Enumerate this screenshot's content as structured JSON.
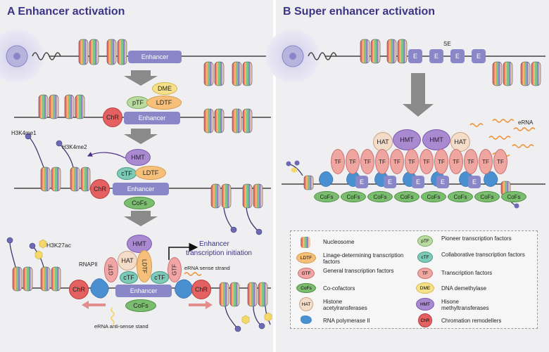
{
  "panelA": {
    "title": "A Enhancer activation",
    "enhancer": "Enhancer",
    "chr": "ChR",
    "ptf": "pTF",
    "ldtf": "LDTF",
    "dme": "DME",
    "hmt": "HMT",
    "ctf": "cTF",
    "cofs": "CoFs",
    "hat": "HAT",
    "gtf": "GTF",
    "h3k4me1": "H3K4me1",
    "h3k4me2": "H3K4me2",
    "h3k27ac": "H3K27ac",
    "rnapii": "RNAPII",
    "initiation_1": "Enhancer",
    "initiation_2": "transcription initiation",
    "sense": "eRNA sense strand",
    "antisense": "eRNA anti-sense stand"
  },
  "panelB": {
    "title": "B Super enhancer activation",
    "se": "SE",
    "e": "E",
    "erna": "eRNA",
    "hat": "HAT",
    "hmt": "HMT",
    "tf": "TF",
    "cofs": "CoFs"
  },
  "legend": {
    "items": [
      {
        "abbr": "",
        "text": "Nucleosome"
      },
      {
        "abbr": "pTF",
        "text": "Pioneer transcription factors"
      },
      {
        "abbr": "LDTF",
        "text": "Linage-determining transcription factors"
      },
      {
        "abbr": "cTF",
        "text": "Collaborative transcription factors"
      },
      {
        "abbr": "GTF",
        "text": "General transcription factors"
      },
      {
        "abbr": "TF",
        "text": "Transcription factors"
      },
      {
        "abbr": "CoFs",
        "text": "Co-cofactors"
      },
      {
        "abbr": "DME",
        "text": "DNA demethylase"
      },
      {
        "abbr": "HAT",
        "text": "Histone acetylransferases"
      },
      {
        "abbr": "HMT",
        "text": "Hisone methyltransferases"
      },
      {
        "abbr": "",
        "text": "RNA polymerase II"
      },
      {
        "abbr": "ChR",
        "text": "Chromation remodellers"
      }
    ]
  },
  "colors": {
    "title": "#3b3487",
    "enhancer": "#8a87c8",
    "chr": "#e56060",
    "ldtf": "#f6c07a",
    "dme": "#f6e08a",
    "ptf": "#b9dba0",
    "ctf": "#7ccab7",
    "cofs": "#7bbd6e",
    "hmt": "#a98ad0",
    "hat": "#f3dcc8",
    "gtf": "#f1a5a5",
    "tf": "#f0a6a0",
    "rnapii": "#4a8fd0"
  }
}
